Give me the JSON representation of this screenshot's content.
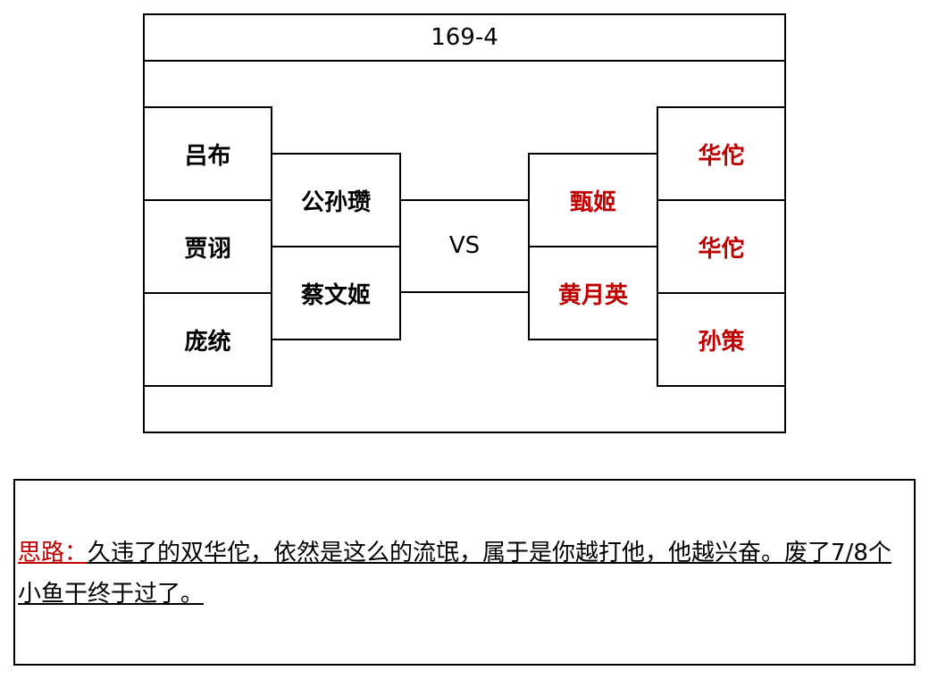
{
  "title": "169-4",
  "left_team": {
    "outer": [
      "吕布",
      "贾诩",
      "庞统"
    ],
    "inner": [
      "公孙瓒",
      "蔡文姬"
    ]
  },
  "right_team": {
    "inner": [
      "甄姬",
      "黄月英"
    ],
    "outer": [
      "华佗",
      "华佗",
      "孙策"
    ]
  },
  "vs_label": "VS",
  "note": {
    "label": "思路：",
    "text": "久违了的双华佗，依然是这么的流氓，属于是你越打他，他越兴奋。废了7/8个小鱼干终于过了。"
  },
  "colors": {
    "left_text": "#000000",
    "right_text": "#c00000",
    "note_label": "#c00000"
  }
}
